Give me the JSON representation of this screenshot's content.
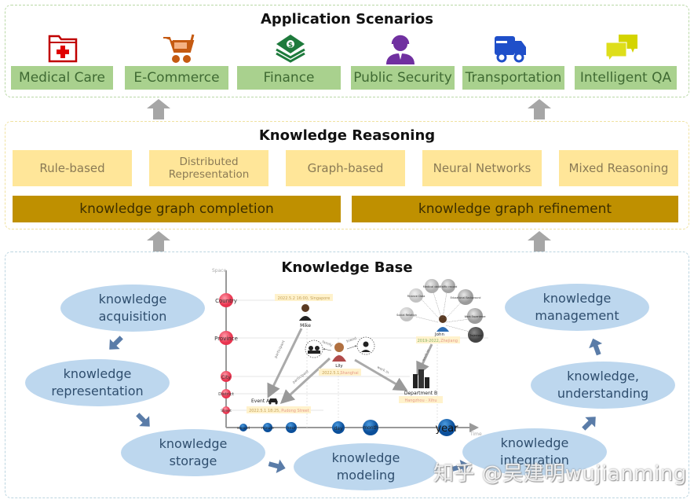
{
  "application_scenarios": {
    "title": "Application Scenarios",
    "items": [
      {
        "label": "Medical Care",
        "icon": "medical-folder-icon",
        "color": "#c00000"
      },
      {
        "label": "E-Commerce",
        "icon": "shopping-cart-icon",
        "color": "#c55a11"
      },
      {
        "label": "Finance",
        "icon": "money-stack-icon",
        "color": "#1e7a3c"
      },
      {
        "label": "Public Security",
        "icon": "operator-headset-icon",
        "color": "#7030a0"
      },
      {
        "label": "Transportation",
        "icon": "delivery-truck-icon",
        "color": "#1f4fc9"
      },
      {
        "label": "Intelligent QA",
        "icon": "chat-bubbles-icon",
        "color": "#d4d400"
      }
    ]
  },
  "knowledge_reasoning": {
    "title": "Knowledge Reasoning",
    "methods": [
      {
        "label": "Rule-based"
      },
      {
        "label_line1": "Distributed",
        "label_line2": "Representation"
      },
      {
        "label": "Graph-based"
      },
      {
        "label": "Neural Networks"
      },
      {
        "label": "Mixed Reasoning"
      }
    ],
    "bars": [
      {
        "label": "knowledge graph completion"
      },
      {
        "label": "knowledge graph refinement"
      }
    ]
  },
  "knowledge_base": {
    "title": "Knowledge Base",
    "lifecycle": [
      {
        "line1": "knowledge",
        "line2": "acquisition"
      },
      {
        "line1": "knowledge",
        "line2": "representation"
      },
      {
        "line1": "knowledge",
        "line2": "storage"
      },
      {
        "line1": "knowledge",
        "line2": "modeling"
      },
      {
        "line1": "knowledge",
        "line2": "integration"
      },
      {
        "line1": "knowledge,",
        "line2": "understanding"
      },
      {
        "line1": "knowledge",
        "line2": "management"
      }
    ],
    "spacetime_graph": {
      "space_axis_label": "Space",
      "time_axis_label": "Time",
      "space_levels": [
        "Country",
        "Province",
        "City",
        "District",
        "Street"
      ],
      "time_levels": [
        "second",
        "minute",
        "hour",
        "day",
        "month",
        "year"
      ],
      "entities": {
        "mike": {
          "name": "Mike",
          "tag": "2022.5.2 16:00, Singapore"
        },
        "lily": {
          "name": "Lily",
          "tag_date": "2022.5.1,",
          "tag_place": "Shanghai"
        },
        "john": {
          "name": "John",
          "tag_date": "2019-2022,",
          "tag_place": "Zhejiang"
        },
        "event_a": {
          "name": "Event A",
          "tag_date": "2022.5.1 18:25,",
          "tag_place": "Pudong Street"
        },
        "department_b": {
          "name": "Department B",
          "tag": "Hangzhou · Xihu"
        }
      },
      "relations": [
        "participant",
        "participant",
        "family",
        "friend",
        "work in",
        "work in"
      ],
      "john_attributes": [
        "Social Relation",
        "Finance Data",
        "Medical data",
        "Traffic record",
        "Educational Background",
        "Work Experience",
        "Trajectory"
      ]
    }
  },
  "watermark": "知乎 @吴建明wujianming"
}
